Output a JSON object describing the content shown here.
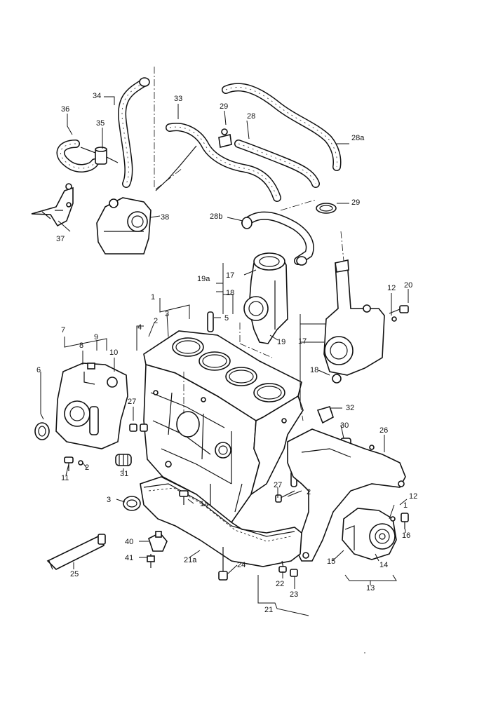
{
  "labels": {
    "l34": "34",
    "l36": "36",
    "l35": "35",
    "l37": "37",
    "l38": "38",
    "l33": "33",
    "l29a": "29",
    "l28": "28",
    "l28a": "28a",
    "l29b": "29",
    "l28b": "28b",
    "l17a": "17",
    "l19a": "19a",
    "l18a": "18",
    "l19": "19",
    "l5": "5",
    "l1": "1",
    "l4": "4",
    "l2a": "2",
    "l3a": "3",
    "l12a": "12",
    "l20": "20",
    "l17b": "17",
    "l18b": "18",
    "l7": "7",
    "l8": "8",
    "l9": "9",
    "l6": "6",
    "l10": "10",
    "l27a": "27",
    "l31": "31",
    "l11": "11",
    "l2b": "2",
    "l32": "32",
    "l30": "30",
    "l26": "26",
    "l3b": "3",
    "l1a": "1a",
    "l27b": "27",
    "l2c": "2",
    "l12b": "12",
    "l1b": "1",
    "l16": "16",
    "l15": "15",
    "l14": "14",
    "l13": "13",
    "l40": "40",
    "l41": "41",
    "l21a": "21a",
    "l24": "24",
    "l22": "22",
    "l23": "23",
    "l21": "21",
    "l25": "25"
  }
}
